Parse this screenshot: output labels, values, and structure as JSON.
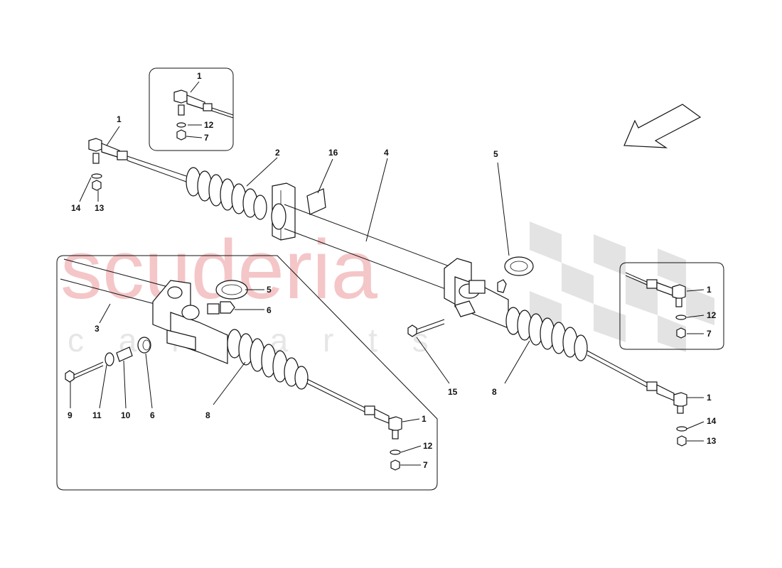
{
  "watermark": {
    "brand": "scuderia",
    "sub": "c a r p a r t s",
    "brand_color": "#f4c6c8",
    "sub_color": "#e6e6e6",
    "flag_color": "#e3e3e3"
  },
  "labels": {
    "inset_top": {
      "tie_rod_end": "1",
      "washer": "12",
      "nut": "7"
    },
    "main_left": {
      "tie_rod_end": "1",
      "washer": "14",
      "nut": "13",
      "boot": "2",
      "pad": "16",
      "rack_tube": "4"
    },
    "main_right": {
      "seal": "5",
      "bolt": "15",
      "boot": "8",
      "tie_rod_end": "1",
      "washer": "14",
      "nut": "13"
    },
    "inset_right": {
      "tie_rod_end": "1",
      "washer": "12",
      "nut": "7"
    },
    "inset_bottom": {
      "seal": "5",
      "bushing": "6",
      "tube": "3",
      "bolt": "9",
      "washer": "11",
      "spacer": "10",
      "bushing2": "6",
      "boot": "8",
      "tie_rod_end": "1",
      "washer2": "12",
      "nut": "7"
    }
  },
  "colors": {
    "line": "#111111",
    "accent": "#f4c6c8"
  },
  "icons": {
    "direction": "arrow-icon"
  }
}
